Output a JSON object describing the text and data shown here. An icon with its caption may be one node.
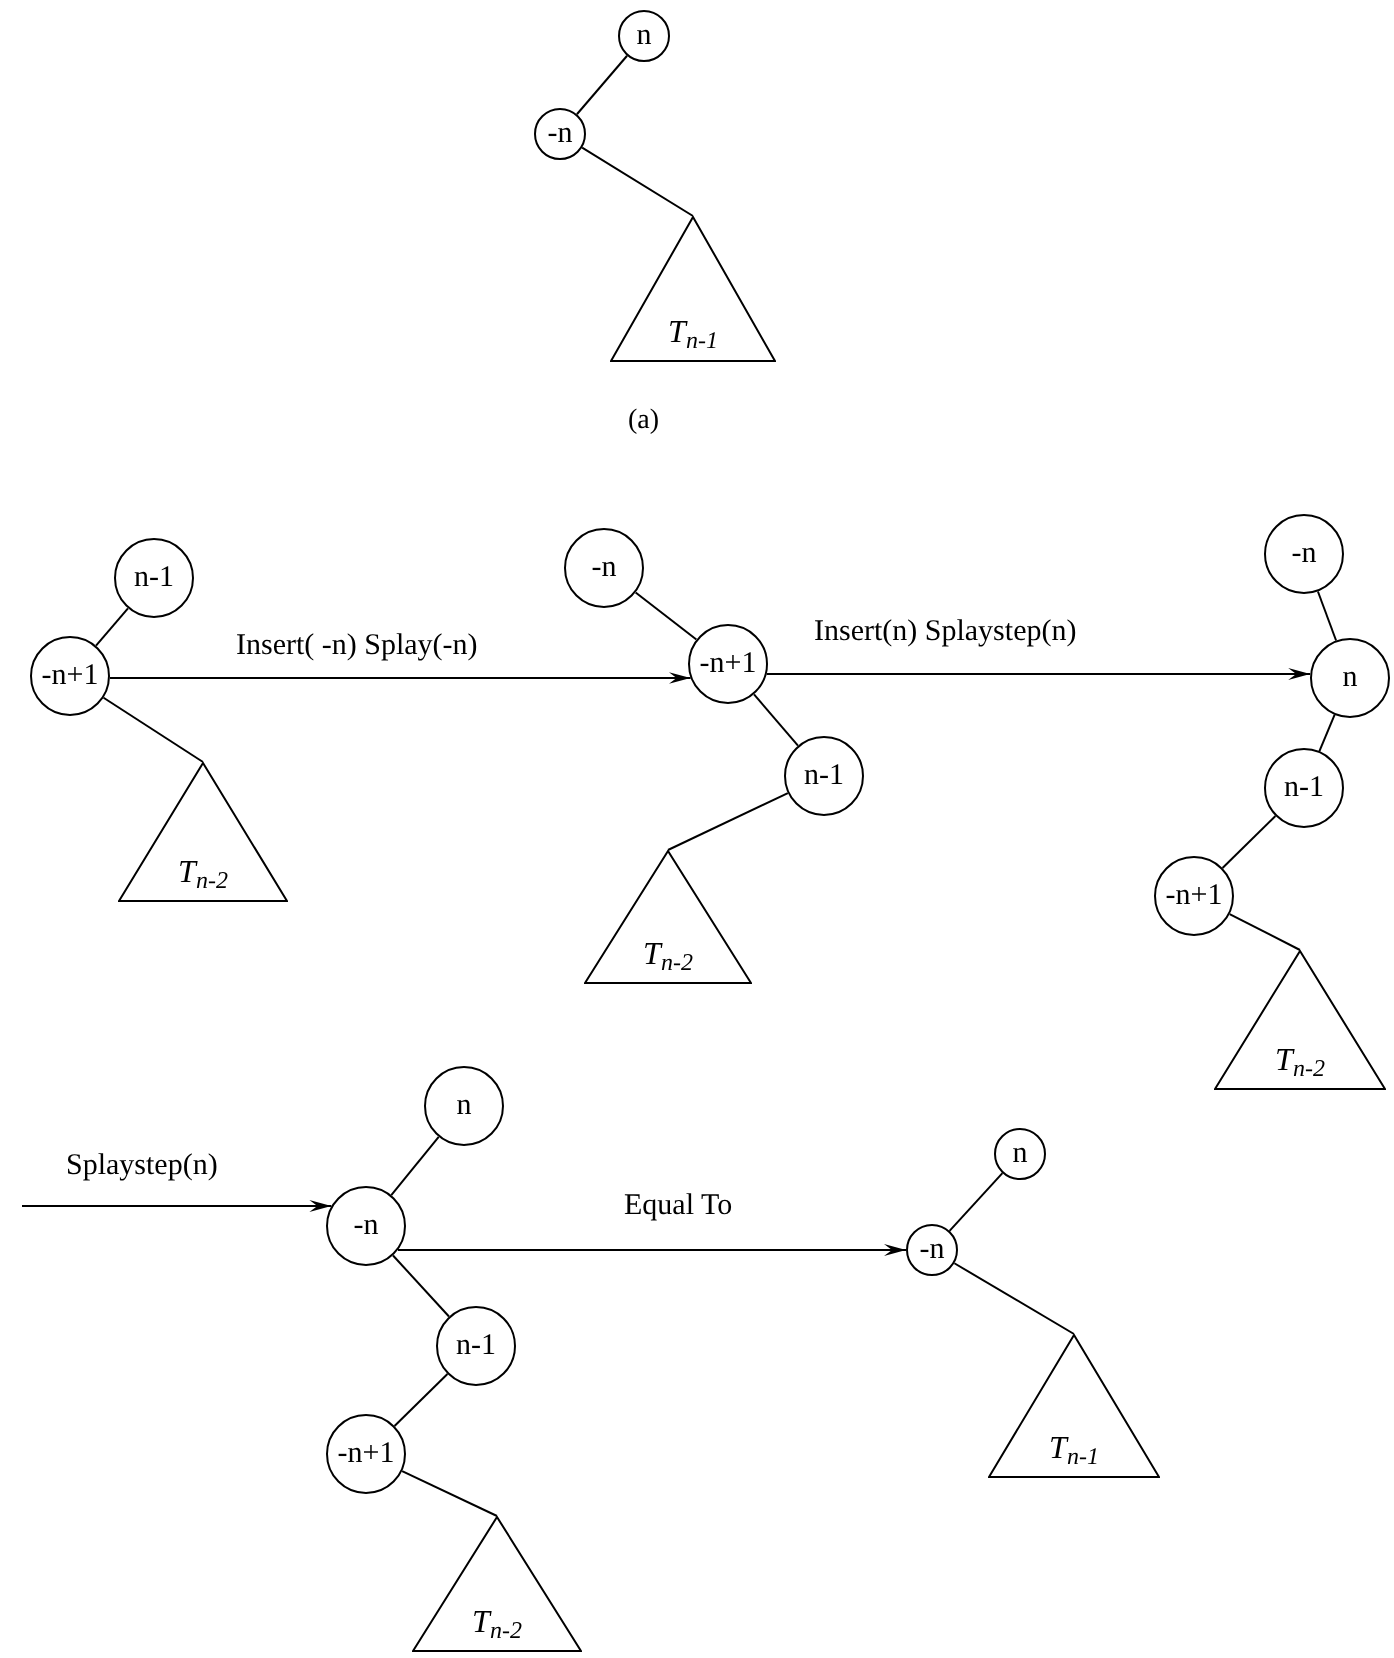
{
  "diagram": {
    "caption": "(a)",
    "nodes": [
      {
        "text": [
          "n"
        ]
      },
      {
        "text": [
          "-n"
        ]
      },
      {
        "text": [
          "T$_{n-1}$"
        ]
      },
      {
        "text": [
          "n-1"
        ]
      },
      {
        "text": [
          "-n+1"
        ]
      },
      {
        "text": [
          "T$_{n-2}$"
        ]
      },
      {
        "text": [
          "-n"
        ]
      },
      {
        "text": [
          "-n+1"
        ]
      },
      {
        "text": [
          "n-1"
        ]
      },
      {
        "text": [
          "T$_{n-2}$"
        ]
      },
      {
        "text": [
          "-n"
        ]
      },
      {
        "text": [
          "n"
        ]
      },
      {
        "text": [
          "n-1"
        ]
      },
      {
        "text": [
          "-n+1"
        ]
      },
      {
        "text": [
          "T$_{n-2}$"
        ]
      },
      {
        "text": [
          "n"
        ]
      },
      {
        "text": [
          "-n"
        ]
      },
      {
        "text": [
          "n-1"
        ]
      },
      {
        "text": [
          "-n+1"
        ]
      },
      {
        "text": [
          "T$_{n-2}$"
        ]
      },
      {
        "text": [
          "n"
        ]
      },
      {
        "text": [
          "-n"
        ]
      },
      {
        "text": [
          "T$_{n-1}$"
        ]
      }
    ],
    "edges": [
      {
        "from": 0,
        "to": 1,
        "arrow": "none"
      },
      {
        "from": 1,
        "to": 2,
        "arrow": "none"
      },
      {
        "from": 3,
        "to": 4,
        "arrow": "none"
      },
      {
        "from": 4,
        "to": 5,
        "arrow": "none"
      },
      {
        "from": 6,
        "to": 7,
        "arrow": "none"
      },
      {
        "from": 7,
        "to": 8,
        "arrow": "none"
      },
      {
        "from": 8,
        "to": 9,
        "arrow": "none"
      },
      {
        "from": 10,
        "to": 11,
        "arrow": "none"
      },
      {
        "from": 11,
        "to": 12,
        "arrow": "none"
      },
      {
        "from": 12,
        "to": 13,
        "arrow": "none"
      },
      {
        "from": 13,
        "to": 14,
        "arrow": "none"
      },
      {
        "from": 15,
        "to": 16,
        "arrow": "none"
      },
      {
        "from": 16,
        "to": 17,
        "arrow": "none"
      },
      {
        "from": 17,
        "to": 18,
        "arrow": "none"
      },
      {
        "from": 18,
        "to": 19,
        "arrow": "none"
      },
      {
        "from": 20,
        "to": 21,
        "arrow": "none"
      },
      {
        "from": 21,
        "to": 22,
        "arrow": "none"
      },
      {
        "from": 4,
        "to": 7,
        "arrow": "to",
        "label": "Insert( -n) Splay(-n)"
      },
      {
        "from": 7,
        "to": 11,
        "arrow": "to",
        "label": "Insert(n) Splaystep(n)"
      },
      {
        "from": null,
        "to": 16,
        "arrow": "to",
        "label": "Splaystep(n)"
      },
      {
        "from": 16,
        "to": 21,
        "arrow": "to",
        "label": "Equal To"
      }
    ]
  }
}
